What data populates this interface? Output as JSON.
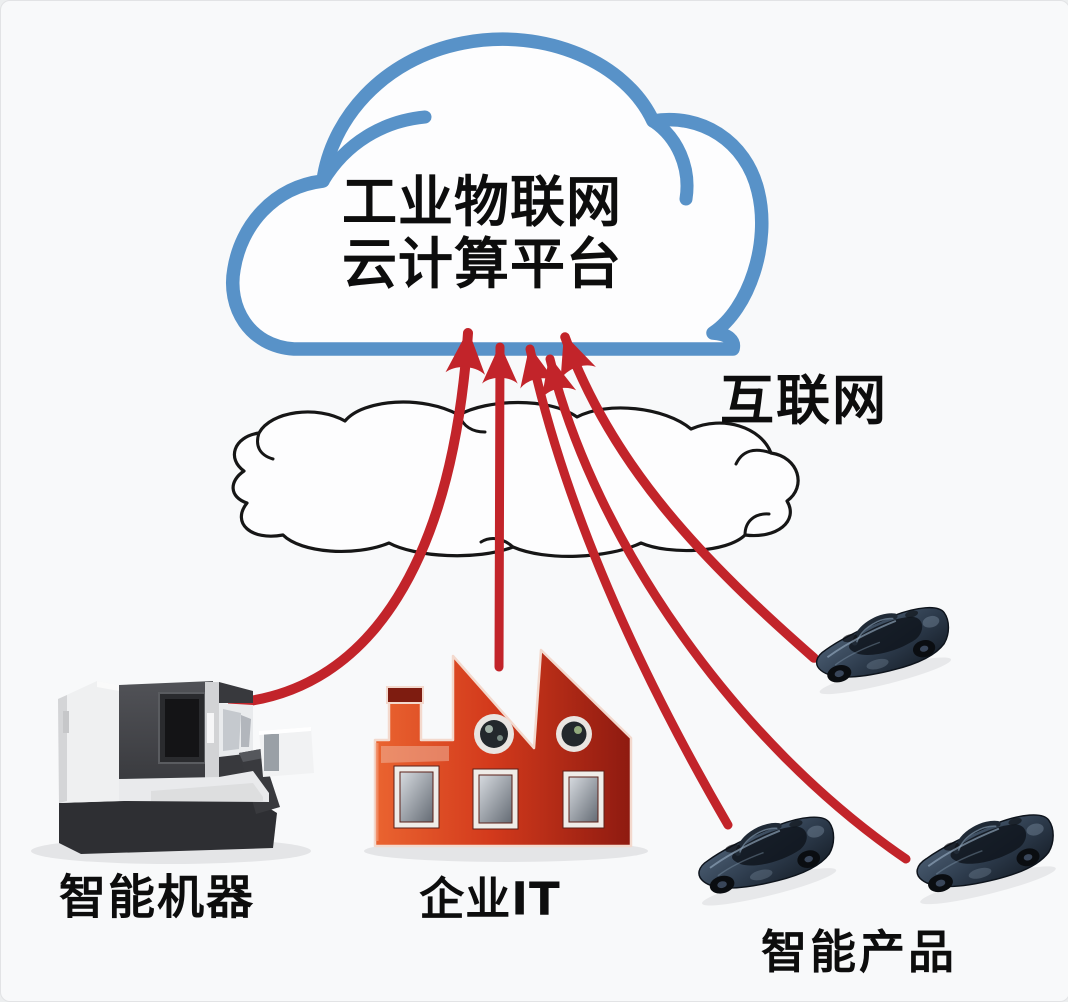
{
  "diagram": {
    "title_hint": "industrial-iot-cloud-architecture",
    "cloud_platform": {
      "label_line1": "工业物联网",
      "label_line2": "云计算平台"
    },
    "internet_cloud": {
      "label": "互联网"
    },
    "nodes": [
      {
        "id": "smart-machine",
        "label": "智能机器",
        "icon": "cnc-machine-icon"
      },
      {
        "id": "enterprise-it",
        "label": "企业IT",
        "icon": "factory-icon"
      },
      {
        "id": "smart-products",
        "label": "智能产品",
        "icon": "sports-car-icon",
        "car_count": 3
      }
    ],
    "arrows": {
      "count": 5,
      "direction": "up-to-cloud",
      "color": "#c2242a"
    },
    "colors": {
      "cloud_outline_blue": "#5892c8",
      "arrow_red": "#c2242a",
      "internet_outline_black": "#161616",
      "factory_red": "#c43a1e",
      "car_navy": "#36475c",
      "text_black": "#0d0d0d",
      "background": "#f8f9fa"
    }
  }
}
